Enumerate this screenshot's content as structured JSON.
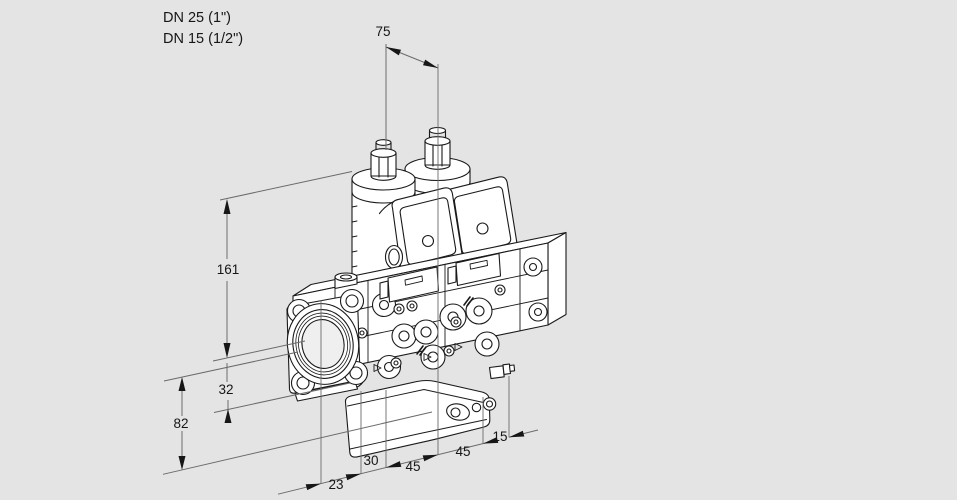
{
  "figure": {
    "type": "isometric technical line drawing",
    "subject": "double solenoid gas valve with threaded inlet flange and pressure regulator"
  },
  "callouts": {
    "dn_line1": "DN 25 (1\")",
    "dn_line2": "DN 15 (1/2\")"
  },
  "dimensions": {
    "top_span": "75",
    "height_above_axis": "161",
    "axis_to_body_bottom": "32",
    "lower_height": "82",
    "bottom_chain": [
      "23",
      "30",
      "45",
      "45",
      "15"
    ]
  },
  "colors": {
    "background": "#e4e4e4",
    "figure_line": "#1a1a1a",
    "dimension_line": "#6b6b6b",
    "text": "#161616"
  }
}
